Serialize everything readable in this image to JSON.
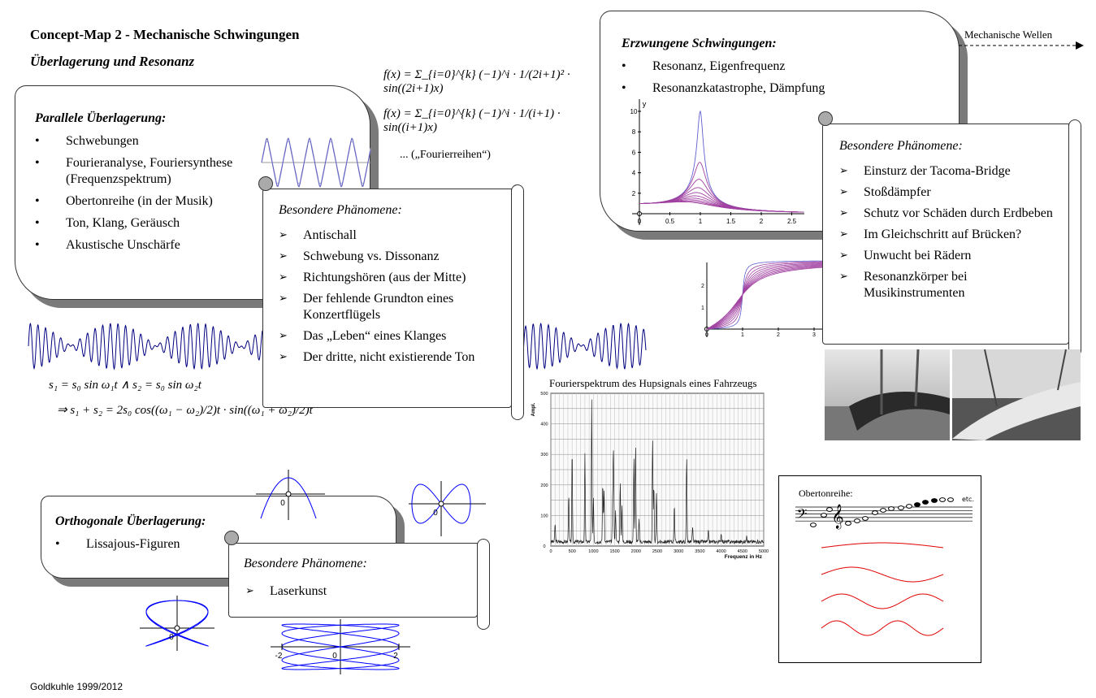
{
  "title": "Concept-Map 2 - Mechanische Schwingungen",
  "subtitle": "Überlagerung und Resonanz",
  "parallel": {
    "title": "Parallele Überlagerung:",
    "items": [
      "Schwebungen",
      "Fourieranalyse, Fouriersynthese (Frequenzspektrum)",
      "Obertonreihe (in der Musik)",
      "Ton, Klang, Geräusch",
      "Akustische Unschärfe"
    ]
  },
  "parallel_special": {
    "title": "Besondere Phänomene:",
    "items": [
      "Antischall",
      "Schwebung vs. Dissonanz",
      "Richtungshören (aus der Mitte)",
      "Der fehlende Grundton eines Konzertflügels",
      "Das „Leben“ eines Klanges",
      "Der dritte, nicht existierende Ton"
    ]
  },
  "fourier_formulas": [
    "f(x) = Σ_{i=0}^{k} (−1)^i · 1/(2i+1)² · sin((2i+1)x)",
    "f(x) = Σ_{i=0}^{k} (−1)^i · 1/(i+1) · sin((i+1)x)",
    "... („Fourierreihen“)"
  ],
  "beat_formulas": [
    "s₁ = s₀ sin ω₁t ∧ s₂ = s₀ sin ω₂t",
    "⇒ s₁ + s₂ = 2s₀ cos((ω₁ − ω₂)/2)t · sin((ω₁ + ω₂)/2)t"
  ],
  "forced": {
    "title": "Erzwungene Schwingungen:",
    "items": [
      "Resonanz,  Eigenfrequenz",
      "Resonanzkatastrophe, Dämpfung"
    ]
  },
  "link": {
    "label": "Mechanische Wellen"
  },
  "forced_special": {
    "title": "Besondere Phänomene:",
    "items": [
      "Einsturz der Tacoma-Bridge",
      "Stoßdämpfer",
      "Schutz vor Schäden durch Erdbeben",
      "Im Gleichschritt auf Brücken?",
      "Unwucht bei Rädern",
      "Resonanzkörper bei Musikinstrumenten"
    ]
  },
  "resonance_chart": {
    "ylabel": "y",
    "xticks": [
      "0",
      "0.5",
      "1",
      "1.5",
      "2",
      "2.5"
    ],
    "yticks": [
      "2",
      "4",
      "6",
      "8",
      "10"
    ],
    "damping": [
      0.05,
      0.1,
      0.15,
      0.2,
      0.25,
      0.3,
      0.35,
      0.4,
      0.45,
      0.5
    ]
  },
  "phase_chart": {
    "xticks": [
      "0",
      "1",
      "2",
      "3"
    ],
    "yticks": [
      "1",
      "2"
    ]
  },
  "fourier_chart": {
    "title": "Fourierspektrum des Hupsignals eines Fahrzeugs",
    "ylabel": "Ampl.",
    "xlabel": "Frequenz  in Hz",
    "xticks": [
      "0",
      "500",
      "1000",
      "1500",
      "2000",
      "2500",
      "3000",
      "3500",
      "4000",
      "4500",
      "5000"
    ],
    "yticks": [
      "0",
      "100",
      "200",
      "300",
      "400",
      "500"
    ],
    "peaks": [
      [
        100,
        60
      ],
      [
        420,
        155
      ],
      [
        500,
        295
      ],
      [
        800,
        285
      ],
      [
        960,
        460
      ],
      [
        1000,
        145
      ],
      [
        1220,
        195
      ],
      [
        1250,
        175
      ],
      [
        1450,
        135
      ],
      [
        1470,
        300
      ],
      [
        1520,
        100
      ],
      [
        1630,
        195
      ],
      [
        1670,
        125
      ],
      [
        1950,
        280
      ],
      [
        1990,
        315
      ],
      [
        2070,
        75
      ],
      [
        2390,
        335
      ],
      [
        2420,
        180
      ],
      [
        2480,
        160
      ],
      [
        2900,
        125
      ],
      [
        3190,
        275
      ],
      [
        3330,
        45
      ],
      [
        3700,
        35
      ],
      [
        4000,
        30
      ],
      [
        4600,
        25
      ]
    ]
  },
  "overtone": {
    "label": "Obertonreihe:",
    "etc": "etc."
  },
  "orthogonal": {
    "title": "Orthogonale Überlagerung:",
    "items": [
      "Lissajous-Figuren"
    ]
  },
  "orthogonal_special": {
    "title": "Besondere Phänomene:",
    "items": [
      "Laserkunst"
    ]
  },
  "lissajous": {
    "origin": "0",
    "xticks": [
      "-2",
      "2"
    ]
  },
  "footer": "Goldkuhle 1999/2012",
  "colors": {
    "curve": "#0000ff",
    "resonance": "#8b008b",
    "overtone_wave": "#e00000",
    "shadow": "#7a7a7a"
  }
}
